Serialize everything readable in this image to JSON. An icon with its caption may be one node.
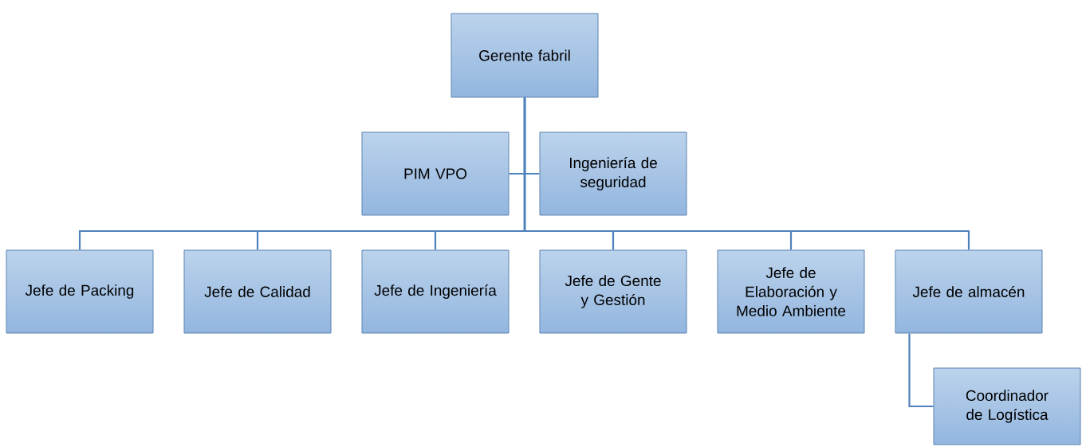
{
  "diagram": {
    "nodes": [
      {
        "text": [
          "Gerente fabril"
        ]
      },
      {
        "text": [
          "PIM VPO"
        ]
      },
      {
        "text": [
          "Ingeniería de seguridad"
        ]
      },
      {
        "text": [
          "Jefe de Packing"
        ]
      },
      {
        "text": [
          "Jefe de Calidad"
        ]
      },
      {
        "text": [
          "Jefe de Ingeniería"
        ]
      },
      {
        "text": [
          "Jefe de Gente y Gestión"
        ]
      },
      {
        "text": [
          "Jefe de Elaboración y Medio Ambiente"
        ]
      },
      {
        "text": [
          "Jefe de almacén"
        ]
      },
      {
        "text": [
          "Coordinador de Logística"
        ]
      }
    ],
    "edges": [
      {
        "from": 0,
        "to": 1,
        "arrow": "none"
      },
      {
        "from": 0,
        "to": 2,
        "arrow": "none"
      },
      {
        "from": 0,
        "to": 3,
        "arrow": "none"
      },
      {
        "from": 0,
        "to": 4,
        "arrow": "none"
      },
      {
        "from": 0,
        "to": 5,
        "arrow": "none"
      },
      {
        "from": 0,
        "to": 6,
        "arrow": "none"
      },
      {
        "from": 0,
        "to": 7,
        "arrow": "none"
      },
      {
        "from": 0,
        "to": 8,
        "arrow": "none"
      },
      {
        "from": 8,
        "to": 9,
        "arrow": "none"
      }
    ]
  }
}
